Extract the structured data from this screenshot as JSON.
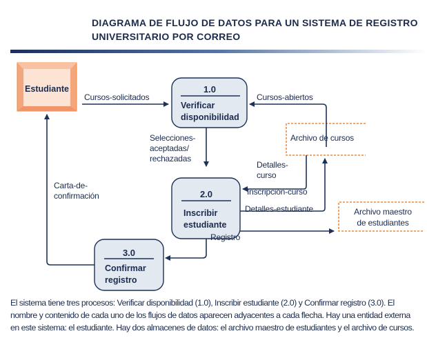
{
  "title": {
    "line1": "DIAGRAMA DE FLUJO DE DATOS PARA UN SISTEMA DE REGISTRO",
    "line2": "UNIVERSITARIO POR CORREO"
  },
  "entity": {
    "label": "Estudiante"
  },
  "processes": [
    {
      "number": "1.0",
      "name_line1": "Verificar",
      "name_line2": "disponibilidad"
    },
    {
      "number": "2.0",
      "name_line1": "Inscribir",
      "name_line2": "estudiante"
    },
    {
      "number": "3.0",
      "name_line1": "Confirmar",
      "name_line2": "registro"
    }
  ],
  "stores": {
    "courses": "Archivo de cursos",
    "students_line1": "Archivo maestro",
    "students_line2": "de estudiantes"
  },
  "flows": {
    "requested": "Cursos-solicitados",
    "open": "Cursos-abiertos",
    "selections_line1": "Selecciones-",
    "selections_line2": "aceptadas/",
    "selections_line3": "rechazadas",
    "course_details_line1": "Detalles-",
    "course_details_line2": "curso",
    "enrollment": "Inscripción-curso",
    "student_details": "Detalles-estudiante",
    "record": "Registro",
    "confirmation_line1": "Carta-de-",
    "confirmation_line2": "confirmación"
  },
  "caption": {
    "line1": "El sistema tiene tres procesos: Verificar disponibilidad (1.0), Inscribir estudiante (2.0) y Confirmar registro (3.0). El",
    "line2": "nombre y contenido de cada uno de los flujos de datos aparecen adyacentes a cada flecha. Hay una entidad externa",
    "line3": "en este sistema: el estudiante. Hay dos almacenes de datos: el archivo maestro de estudiantes y el archivo de cursos."
  },
  "colors": {
    "navy": "#1b2b4e",
    "orange": "#ee8a3c",
    "process_fill": "#e3e9f1",
    "entity_fill": "#fce3d4"
  }
}
